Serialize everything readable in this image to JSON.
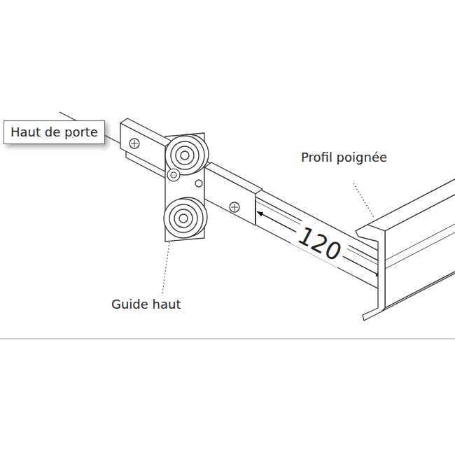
{
  "diagram": {
    "nodes": [
      {
        "text": [
          "Haut de porte"
        ]
      }
    ],
    "labels": [
      "Profil poignée",
      "Guide haut",
      "120"
    ]
  }
}
